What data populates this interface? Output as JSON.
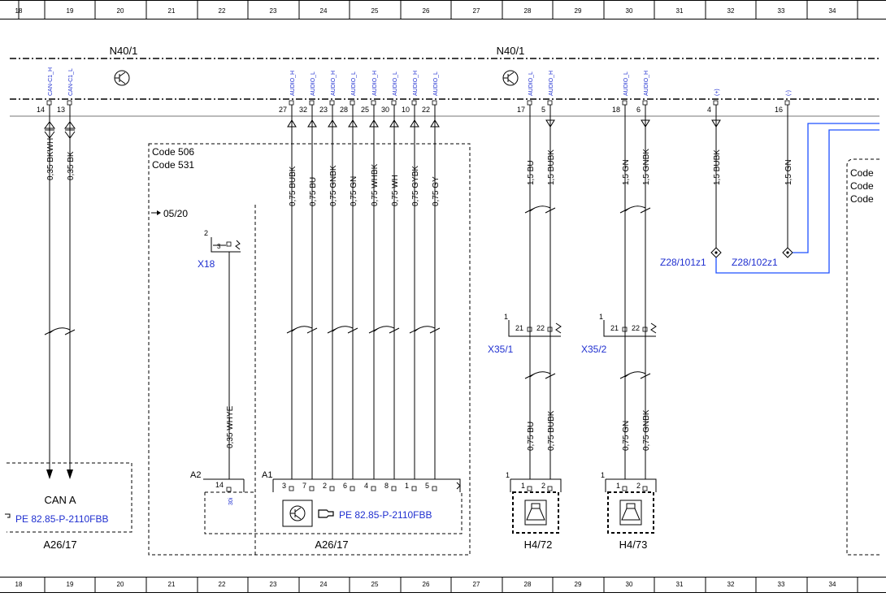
{
  "grid": {
    "columns": [
      "18",
      "19",
      "20",
      "21",
      "22",
      "23",
      "24",
      "25",
      "26",
      "27",
      "28",
      "29",
      "30",
      "31",
      "32",
      "33",
      "34"
    ]
  },
  "components": {
    "n40_left": "N40/1",
    "n40_right": "N40/1",
    "a26_left": "A26/17",
    "a26_right": "A26/17",
    "h4_72": "H4/72",
    "h4_73": "H4/73",
    "x18": "X18",
    "x35_1": "X35/1",
    "x35_2": "X35/2",
    "z28_101": "Z28/101z1",
    "z28_102": "Z28/102z1",
    "a1": "A1",
    "a2": "A2"
  },
  "codes": {
    "code_506": "Code 506",
    "code_531": "Code 531",
    "right_code": "Code",
    "date_ref": "05/20"
  },
  "references": {
    "can_a": "CAN A",
    "pe_left": "PE 82.85-P-2110FBB",
    "pe_right": "PE 82.85-P-2110FBB"
  },
  "signals": {
    "can_h": "CAN-C1_H",
    "can_l": "CAN-C1_L",
    "audio_h": "AUDIO_H",
    "audio_l": "AUDIO_L",
    "plus": "(+)",
    "minus": "(-)"
  },
  "pins": {
    "can": [
      "14",
      "13"
    ],
    "audio": [
      "27",
      "32",
      "23",
      "28",
      "25",
      "30",
      "10",
      "22"
    ],
    "h472_top": [
      "17",
      "5"
    ],
    "h473_top": [
      "18",
      "6"
    ],
    "z28": [
      "4",
      "16"
    ],
    "x18": [
      "2",
      "3"
    ],
    "x35_a": [
      "1",
      "21",
      "22"
    ],
    "x35_b": [
      "1",
      "21",
      "22"
    ],
    "a2": [
      "14",
      "30i"
    ],
    "a1": [
      "3",
      "7",
      "2",
      "6",
      "4",
      "8",
      "1",
      "5"
    ],
    "h4_72": [
      "1",
      "1",
      "2"
    ],
    "h4_73": [
      "1",
      "1",
      "2"
    ]
  },
  "wires": {
    "can": [
      "0,35 BKWH",
      "0,35 BK"
    ],
    "audio": [
      "0,75 BUBK",
      "0,75 BU",
      "0,75 GNBK",
      "0,75 GN",
      "0,75 WHBK",
      "0,75 WH",
      "0,75 GYBK",
      "0,75 GY"
    ],
    "h472_upper": [
      "1,5 BU",
      "1,5 BUBK"
    ],
    "h473_upper": [
      "1,5 GN",
      "1,5 GNBK"
    ],
    "z28": [
      "1,5 BUBK",
      "1,5 GN"
    ],
    "x18": "0,35 WHYE",
    "h472_lower": [
      "0,75 BU",
      "0,75 BUBK"
    ],
    "h473_lower": [
      "0,75 GN",
      "0,75 GNBK"
    ]
  },
  "colors": {
    "accent_blue": "#1f2fd0",
    "link_line": "#1e50ff"
  },
  "icons": {
    "amplifier": "amplifier-icon",
    "speaker": "speaker-icon",
    "hand_pointer": "hand-pointer-icon",
    "arrow_right": "arrow-right-icon"
  }
}
